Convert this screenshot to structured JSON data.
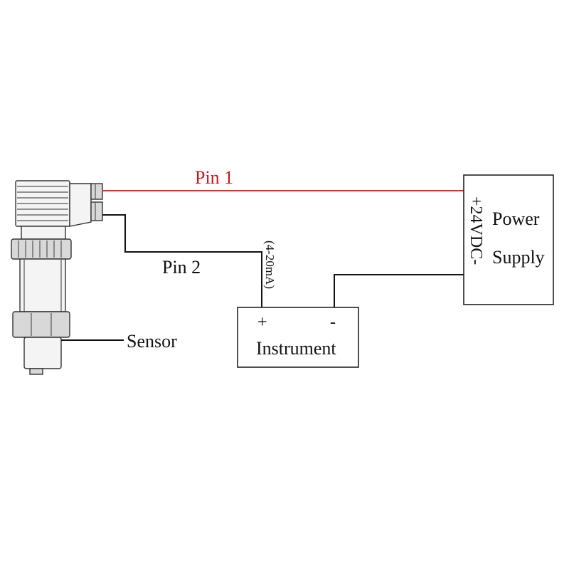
{
  "labels": {
    "pin1": "Pin 1",
    "pin2": "Pin 2",
    "sensor": "Sensor",
    "current_range": "(4-20mA)",
    "instrument": {
      "title": "Instrument",
      "plus": "+",
      "minus": "-"
    },
    "power_supply": {
      "line1": "Power",
      "line2": "Supply",
      "voltage": "+24VDC-"
    }
  },
  "colors": {
    "pin1_wire": "#e8282f",
    "pin1_text": "#c4161c",
    "wire": "#111111",
    "text": "#111111"
  }
}
